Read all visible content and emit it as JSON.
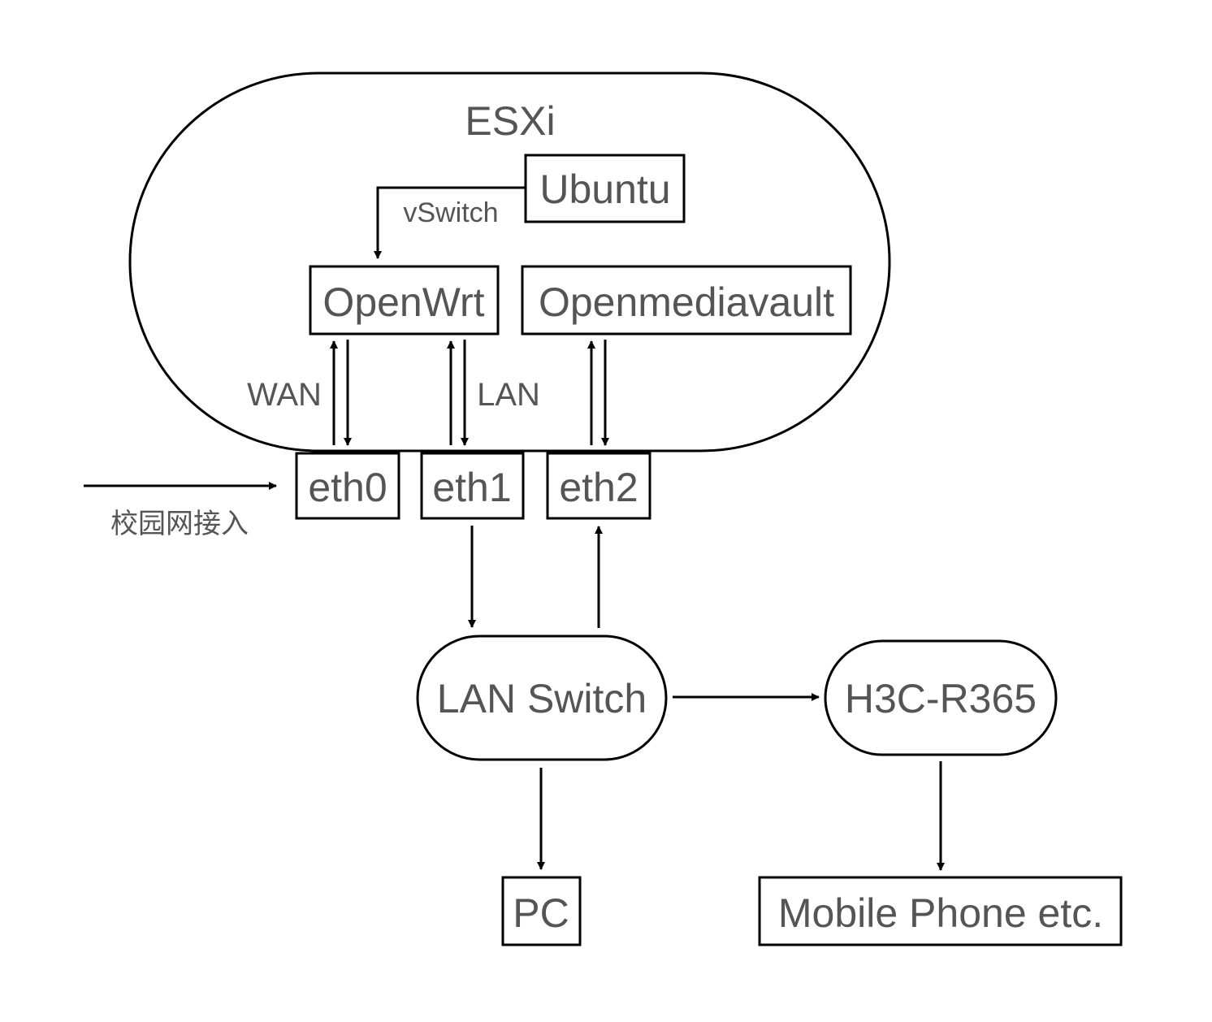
{
  "nodes": {
    "esxi": "ESXi",
    "ubuntu": "Ubuntu",
    "openwrt": "OpenWrt",
    "openmediavault": "Openmediavault",
    "eth0": "eth0",
    "eth1": "eth1",
    "eth2": "eth2",
    "lan_switch": "LAN Switch",
    "h3c": "H3C-R365",
    "pc": "PC",
    "mobile": "Mobile Phone etc."
  },
  "edge_labels": {
    "vswitch": "vSwitch",
    "wan": "WAN",
    "lan": "LAN",
    "campus": "校园网接入"
  }
}
